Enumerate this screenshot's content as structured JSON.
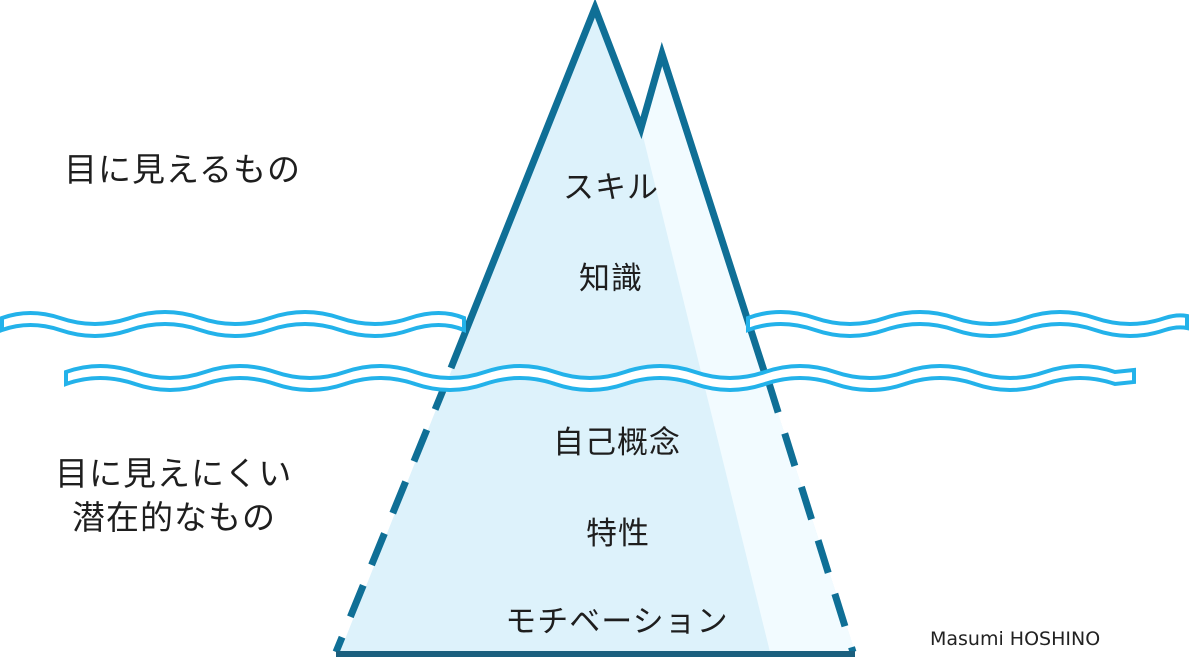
{
  "labels": {
    "visible": "目に見えるもの",
    "hidden_line1": "目に見えにくい",
    "hidden_line2": "潜在的なもの"
  },
  "above_water": [
    "スキル",
    "知識"
  ],
  "below_water": [
    "自己概念",
    "特性",
    "モチベーション"
  ],
  "credit": "Masumi HOSHINO",
  "colors": {
    "iceberg_outline": "#0f6f96",
    "iceberg_peak_outline": "#1a5f7e",
    "iceberg_fill": "#ddf2fb",
    "iceberg_light_face": "#f2fbff",
    "wave": "#23b2ea",
    "text": "#1e1e1e"
  }
}
